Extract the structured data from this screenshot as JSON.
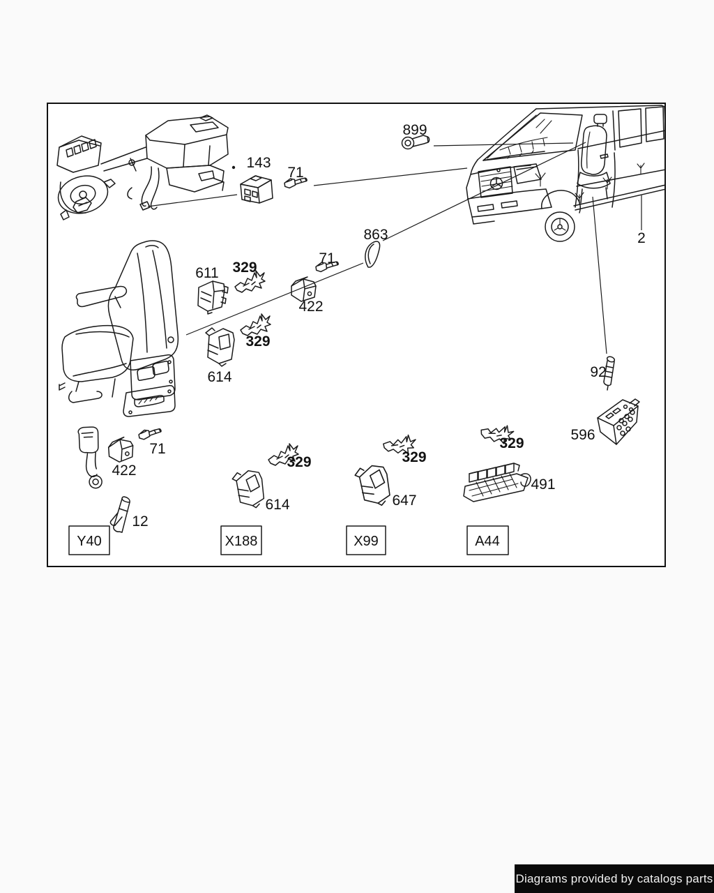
{
  "page": {
    "background_color": "#fafafa",
    "canvas_color": "#ffffff",
    "ink_color": "#1a1a1a"
  },
  "watermark": {
    "text": "Diagrams provided by catalogs parts",
    "background_color": "#0a0a0a",
    "text_color": "#f2f2f2"
  },
  "diagram": {
    "type": "vehicle-parts-diagram",
    "callouts": {
      "c899": "899",
      "c143": "143",
      "c71a": "71",
      "c2": "2",
      "c863": "863",
      "c71b": "71",
      "c422a": "422",
      "c611": "611",
      "c329a": "329",
      "c329b": "329",
      "c614a": "614",
      "c92": "92",
      "c596": "596",
      "c71c": "71",
      "c422b": "422",
      "c12": "12",
      "c614b": "614",
      "c329c": "329",
      "c647": "647",
      "c329d": "329",
      "c329e": "329",
      "c491": "491"
    },
    "connector_boxes": [
      {
        "label": "Y40"
      },
      {
        "label": "X188"
      },
      {
        "label": "X99"
      },
      {
        "label": "A44"
      }
    ]
  }
}
